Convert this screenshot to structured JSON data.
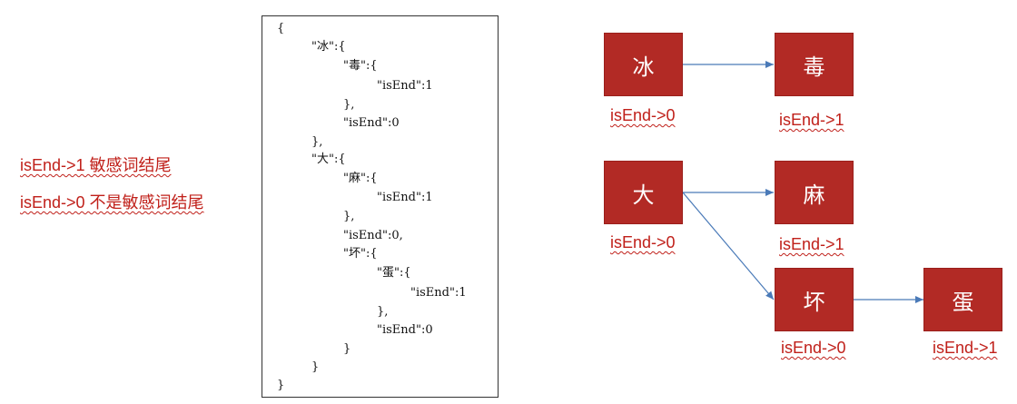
{
  "legend": {
    "line1": "isEnd->1 敏感词结尾",
    "line2": "isEnd->0 不是敏感词结尾"
  },
  "code": {
    "lines": [
      "{",
      "\"冰\":{",
      "\"毒\":{",
      "\"isEnd\":1",
      "},",
      "\"isEnd\":0",
      "},",
      "\"大\":{",
      "\"麻\":{",
      "\"isEnd\":1",
      "},",
      "\"isEnd\":0,",
      "\"坏\":{",
      "\"蛋\":{",
      "\"isEnd\":1",
      "},",
      "\"isEnd\":0",
      "}",
      "}",
      "}"
    ]
  },
  "tree": {
    "nodes": [
      {
        "id": "bing",
        "char": "冰",
        "label": "isEnd->0"
      },
      {
        "id": "du",
        "char": "毒",
        "label": "isEnd->1"
      },
      {
        "id": "da",
        "char": "大",
        "label": "isEnd->0"
      },
      {
        "id": "ma",
        "char": "麻",
        "label": "isEnd->1"
      },
      {
        "id": "huai",
        "char": "坏",
        "label": "isEnd->0"
      },
      {
        "id": "dan",
        "char": "蛋",
        "label": "isEnd->1"
      }
    ],
    "edges": [
      [
        "bing",
        "du"
      ],
      [
        "da",
        "ma"
      ],
      [
        "da",
        "huai"
      ],
      [
        "huai",
        "dan"
      ]
    ],
    "colors": {
      "node_fill": "#b22a25",
      "edge": "#4a7ab8",
      "label": "#c0201a"
    }
  }
}
